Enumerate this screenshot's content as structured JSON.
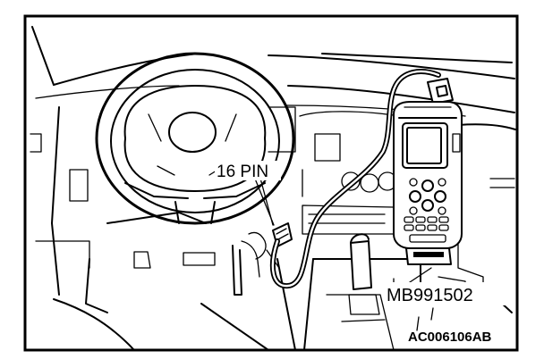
{
  "labels": {
    "connector": "16 PIN",
    "tool": "MB991502",
    "figure_code": "AC006106AB"
  }
}
